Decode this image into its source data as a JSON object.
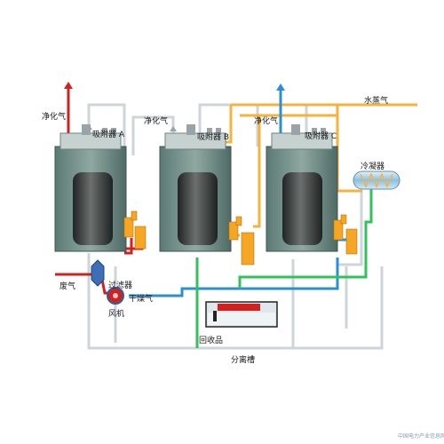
{
  "labels": {
    "clean_gas_a": "净化气",
    "clean_gas_b": "净化气",
    "clean_gas_c": "净化气",
    "adsorber_a": "吸附器 A",
    "adsorber_b": "吸附器 B",
    "adsorber_c": "吸附器 C",
    "steam": "水蒸气",
    "condenser": "冷凝器",
    "exhaust": "废气",
    "filter": "过滤器",
    "dry_air": "干燥气",
    "fan": "风机",
    "recovered": "回收品",
    "separator": "分离槽"
  },
  "watermark": "中国电力产业信息网",
  "colors": {
    "exhaust_line": "#d0211f",
    "steam_line": "#f3b33d",
    "dry_air_line": "#2b8fd6",
    "return_line": "#cdd4da",
    "condensate_line": "#34c05a",
    "vessel_body": "#6f8c86",
    "vessel_core": "#3a3f3f"
  }
}
